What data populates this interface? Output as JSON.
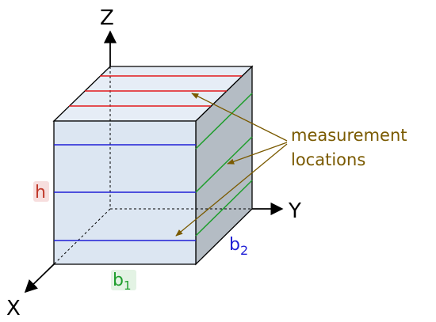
{
  "axes": {
    "z": "Z",
    "y": "Y",
    "x": "X"
  },
  "dimensions": {
    "h": "h",
    "b1_base": "b",
    "b1_sub": "1",
    "b2_base": "b",
    "b2_sub": "2"
  },
  "annotation": {
    "line1": "measurement",
    "line2": "locations"
  },
  "colors": {
    "face_front": "#dce6f2",
    "face_top": "#e6edf6",
    "face_side": "#b4bcc4",
    "edge": "#000000",
    "top_lines": "#e31a1c",
    "front_lines": "#1f1fd6",
    "side_lines": "#1f9e2d",
    "annotation": "#7a5a00",
    "h_label": "#c0392b",
    "h_bg": "#f7dede",
    "b1_label": "#1f9e2d",
    "b1_bg": "#e3f3e4",
    "b2_label": "#1f1fd6"
  }
}
